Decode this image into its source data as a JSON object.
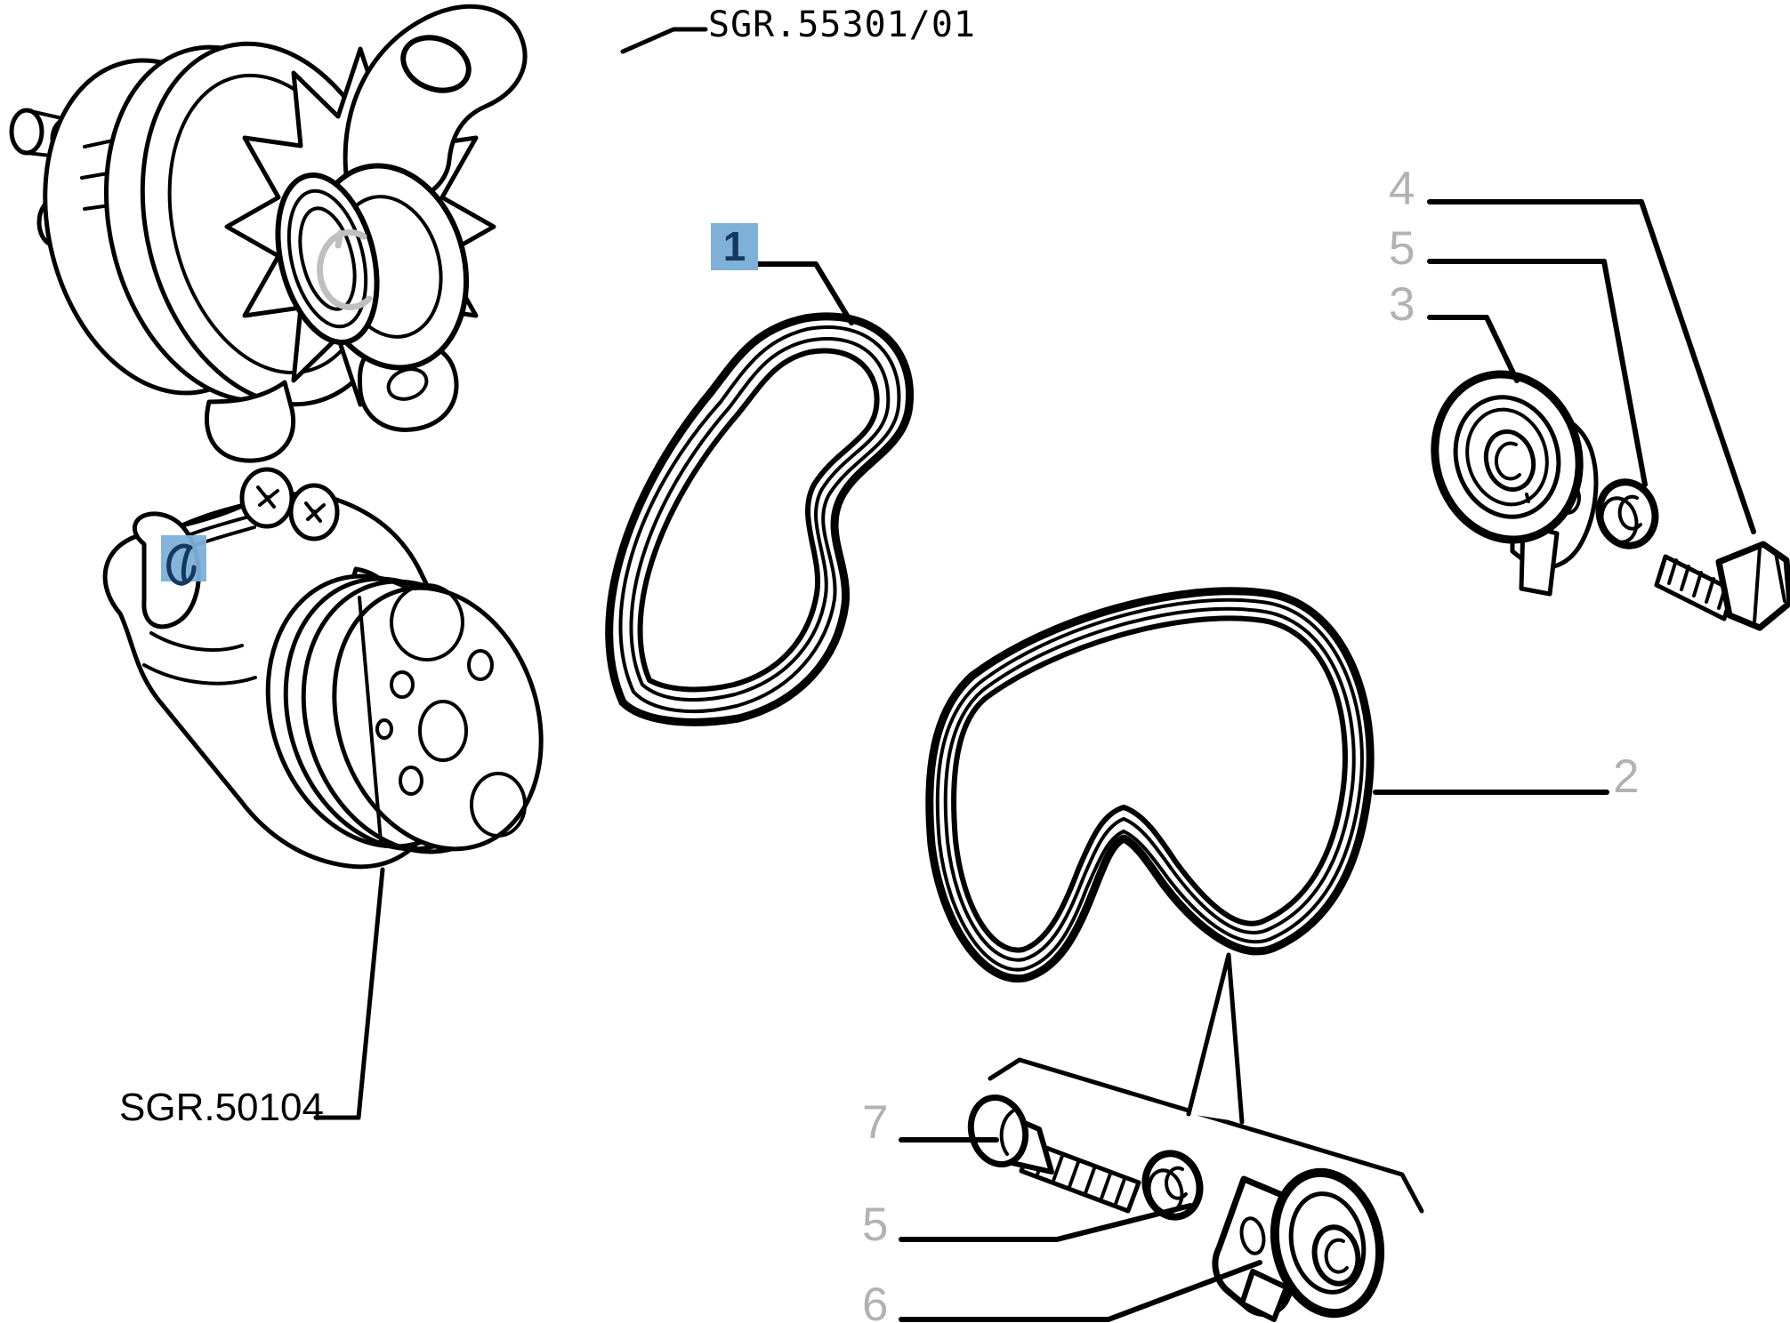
{
  "colors": {
    "line": "#000000",
    "callout_gray": "#b2b2b2",
    "highlight_bg": "#7eb0d8",
    "highlight_fg": "#15395e",
    "paper": "#ffffff"
  },
  "references": {
    "top": "SGR.55301/01",
    "bottom": "SGR.50104"
  },
  "callouts": {
    "belt1": "1",
    "belt2": "2",
    "pulley3": "3",
    "bolt4": "4",
    "washer5_top": "5",
    "washer5_bottom": "5",
    "tensioner6": "6",
    "bolt7": "7"
  }
}
